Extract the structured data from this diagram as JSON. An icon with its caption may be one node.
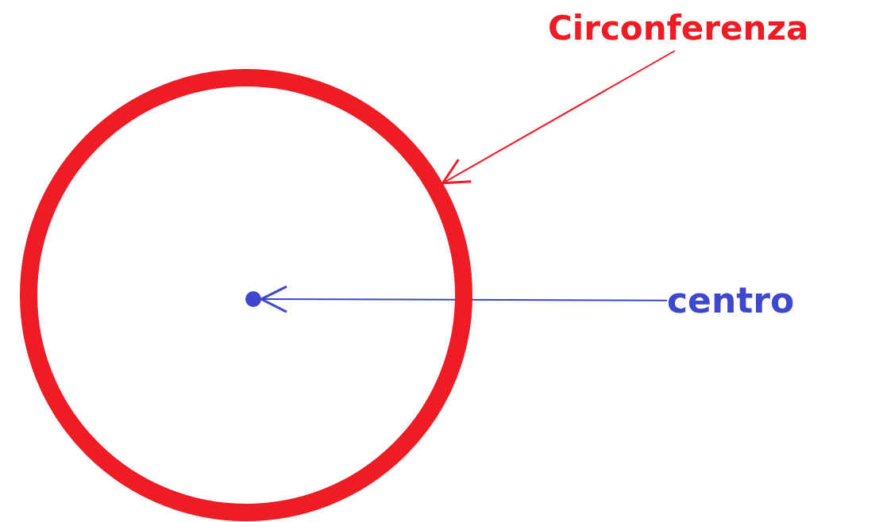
{
  "diagram": {
    "nodes": [
      {
        "text": [
          "Circonferenza"
        ]
      },
      {
        "text": [],
        "shape": "circle"
      },
      {
        "text": [
          "centro"
        ]
      },
      {
        "text": [],
        "shape": "circle",
        "in": 1
      }
    ],
    "edges": [
      {
        "from": 0,
        "to": 1,
        "arrow": "to",
        "color": "#ee1c24"
      },
      {
        "from": 2,
        "to": 3,
        "arrow": "to",
        "color": "#3f48cc"
      }
    ]
  }
}
